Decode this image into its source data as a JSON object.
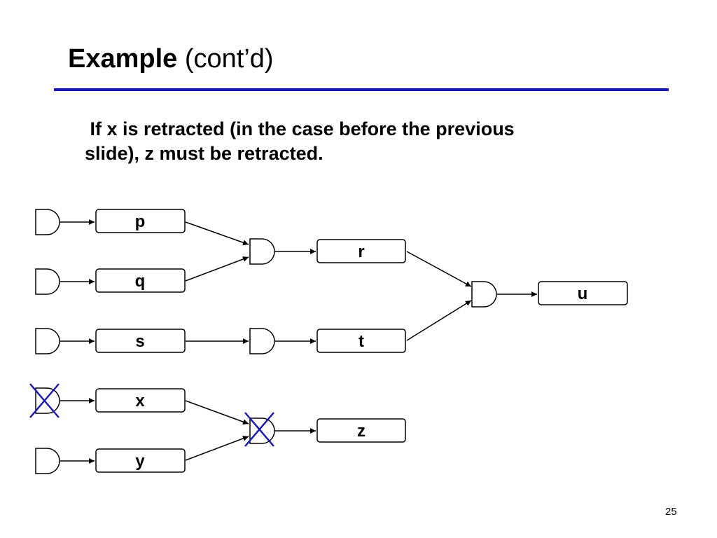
{
  "slide": {
    "title_bold": "Example",
    "title_rest": "(cont’d)",
    "body_lead": " If x is retracted (in the case before the previous",
    "body_cont": "slide), z must be retracted.",
    "page_number": "25"
  },
  "diagram": {
    "nodes": {
      "p": "p",
      "q": "q",
      "s": "s",
      "x": "x",
      "y": "y",
      "r": "r",
      "t": "t",
      "z": "z",
      "u": "u"
    },
    "retraction_mark_color": "#1a1ab0",
    "retracted_gates": [
      "x-premise-gate",
      "z-justification-gate"
    ]
  }
}
